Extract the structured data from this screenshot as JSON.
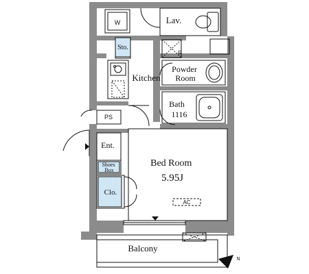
{
  "floorplan": {
    "rooms": {
      "washer": "W",
      "lavatory": "Lav.",
      "storage": "Sto.",
      "refrigerator": "R",
      "kitchen": "Kitchen",
      "powder_room": [
        "Powder",
        "Room"
      ],
      "bath": [
        "Bath",
        "1116"
      ],
      "pipe_space": "PS",
      "entrance": "Ent.",
      "shoes_box": [
        "Shoes",
        "Box"
      ],
      "bedroom": [
        "Bed Room",
        "5.95J"
      ],
      "closet": "Clo.",
      "aircon": "AC",
      "balcony": "Balcony"
    },
    "compass": "N",
    "colors": {
      "wall": "#8c8c8c",
      "storage_fill": "#cfe6f4",
      "line": "#111111"
    }
  }
}
